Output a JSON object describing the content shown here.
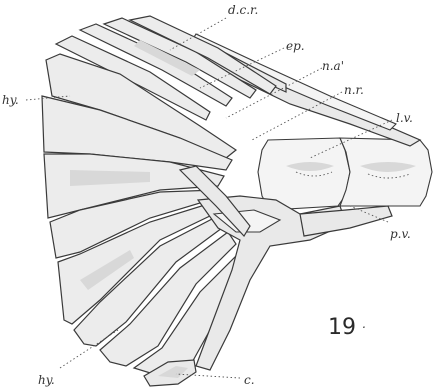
{
  "figure": {
    "number": "19",
    "tick": "."
  },
  "labels": {
    "dcr": "d.c.r.",
    "ep": "ep.",
    "na1": "n.a'",
    "nr": "n.r.",
    "hy_top": "hy.",
    "lv": "l.v.",
    "pv": "p.v.",
    "hy_bottom": "hy.",
    "c": "c."
  }
}
